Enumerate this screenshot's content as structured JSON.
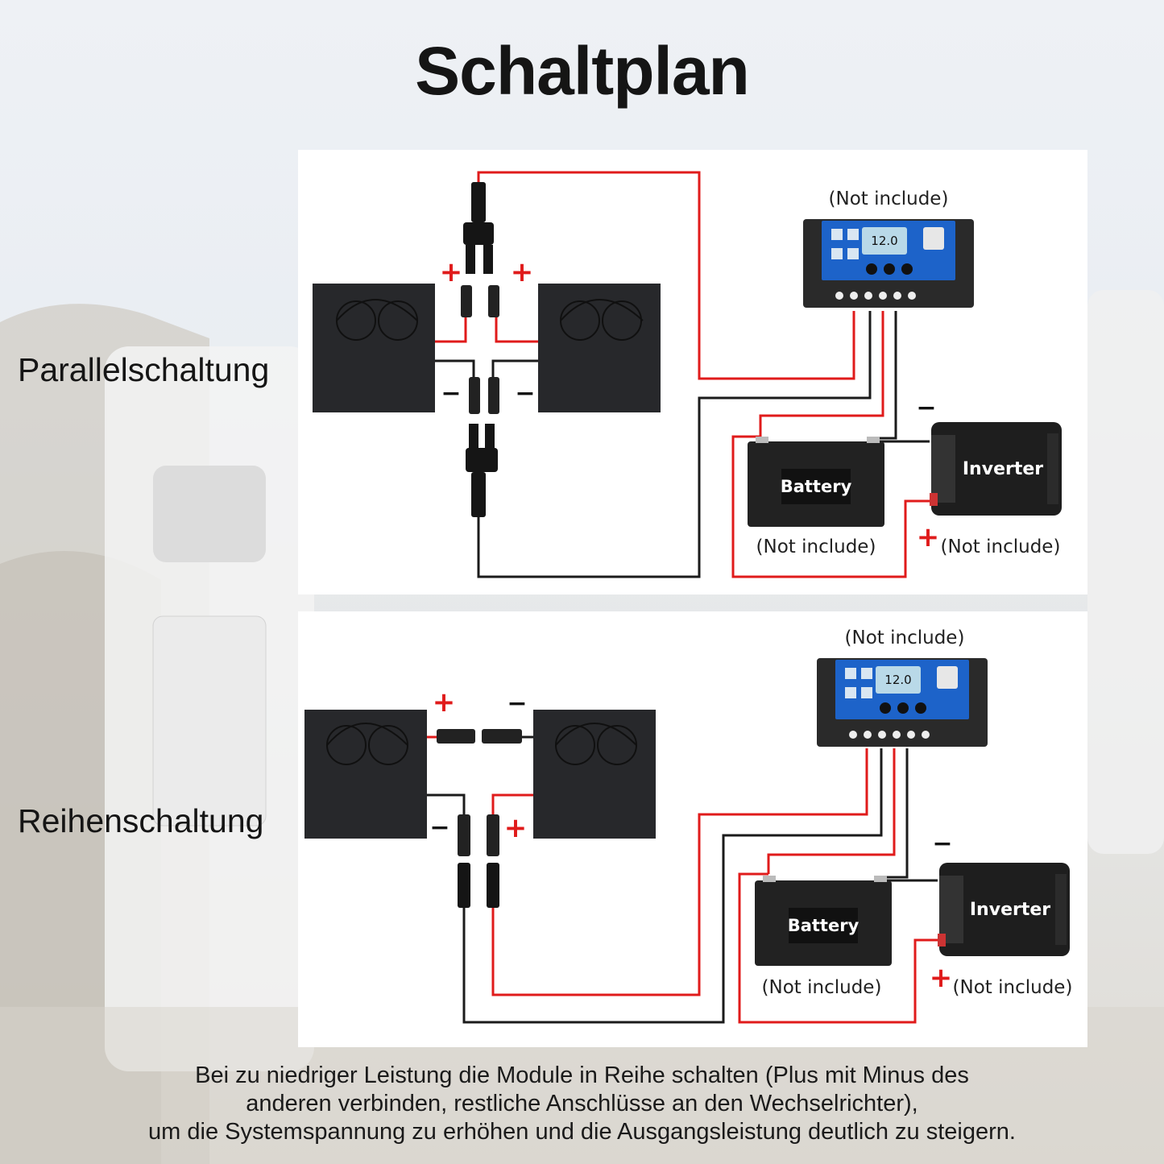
{
  "title": "Schaltplan",
  "colors": {
    "positive_wire": "#e01b1b",
    "negative_wire": "#1b1b1b",
    "plus_sign": "#e01b1b",
    "controller_face": "#1d63c9",
    "lcd": "#b9d9e8"
  },
  "parallel": {
    "label": "Parallelschaltung",
    "controller_note": "(Not include)",
    "controller_display": "12.0",
    "battery_label": "Battery",
    "battery_note": "(Not include)",
    "inverter_label": "Inverter",
    "inverter_note": "(Not include)",
    "plus": "+",
    "minus": "−"
  },
  "series": {
    "label": "Reihenschaltung",
    "controller_note": "(Not include)",
    "controller_display": "12.0",
    "battery_label": "Battery",
    "battery_note": "(Not include)",
    "inverter_label": "Inverter",
    "inverter_note": "(Not include)",
    "plus": "+",
    "minus": "−"
  },
  "caption": [
    "Bei zu niedriger Leistung die Module in Reihe schalten (Plus mit Minus des",
    "anderen verbinden, restliche Anschlüsse an den Wechselrichter),",
    "um die Systemspannung zu erhöhen und die Ausgangsleistung deutlich zu steigern."
  ]
}
